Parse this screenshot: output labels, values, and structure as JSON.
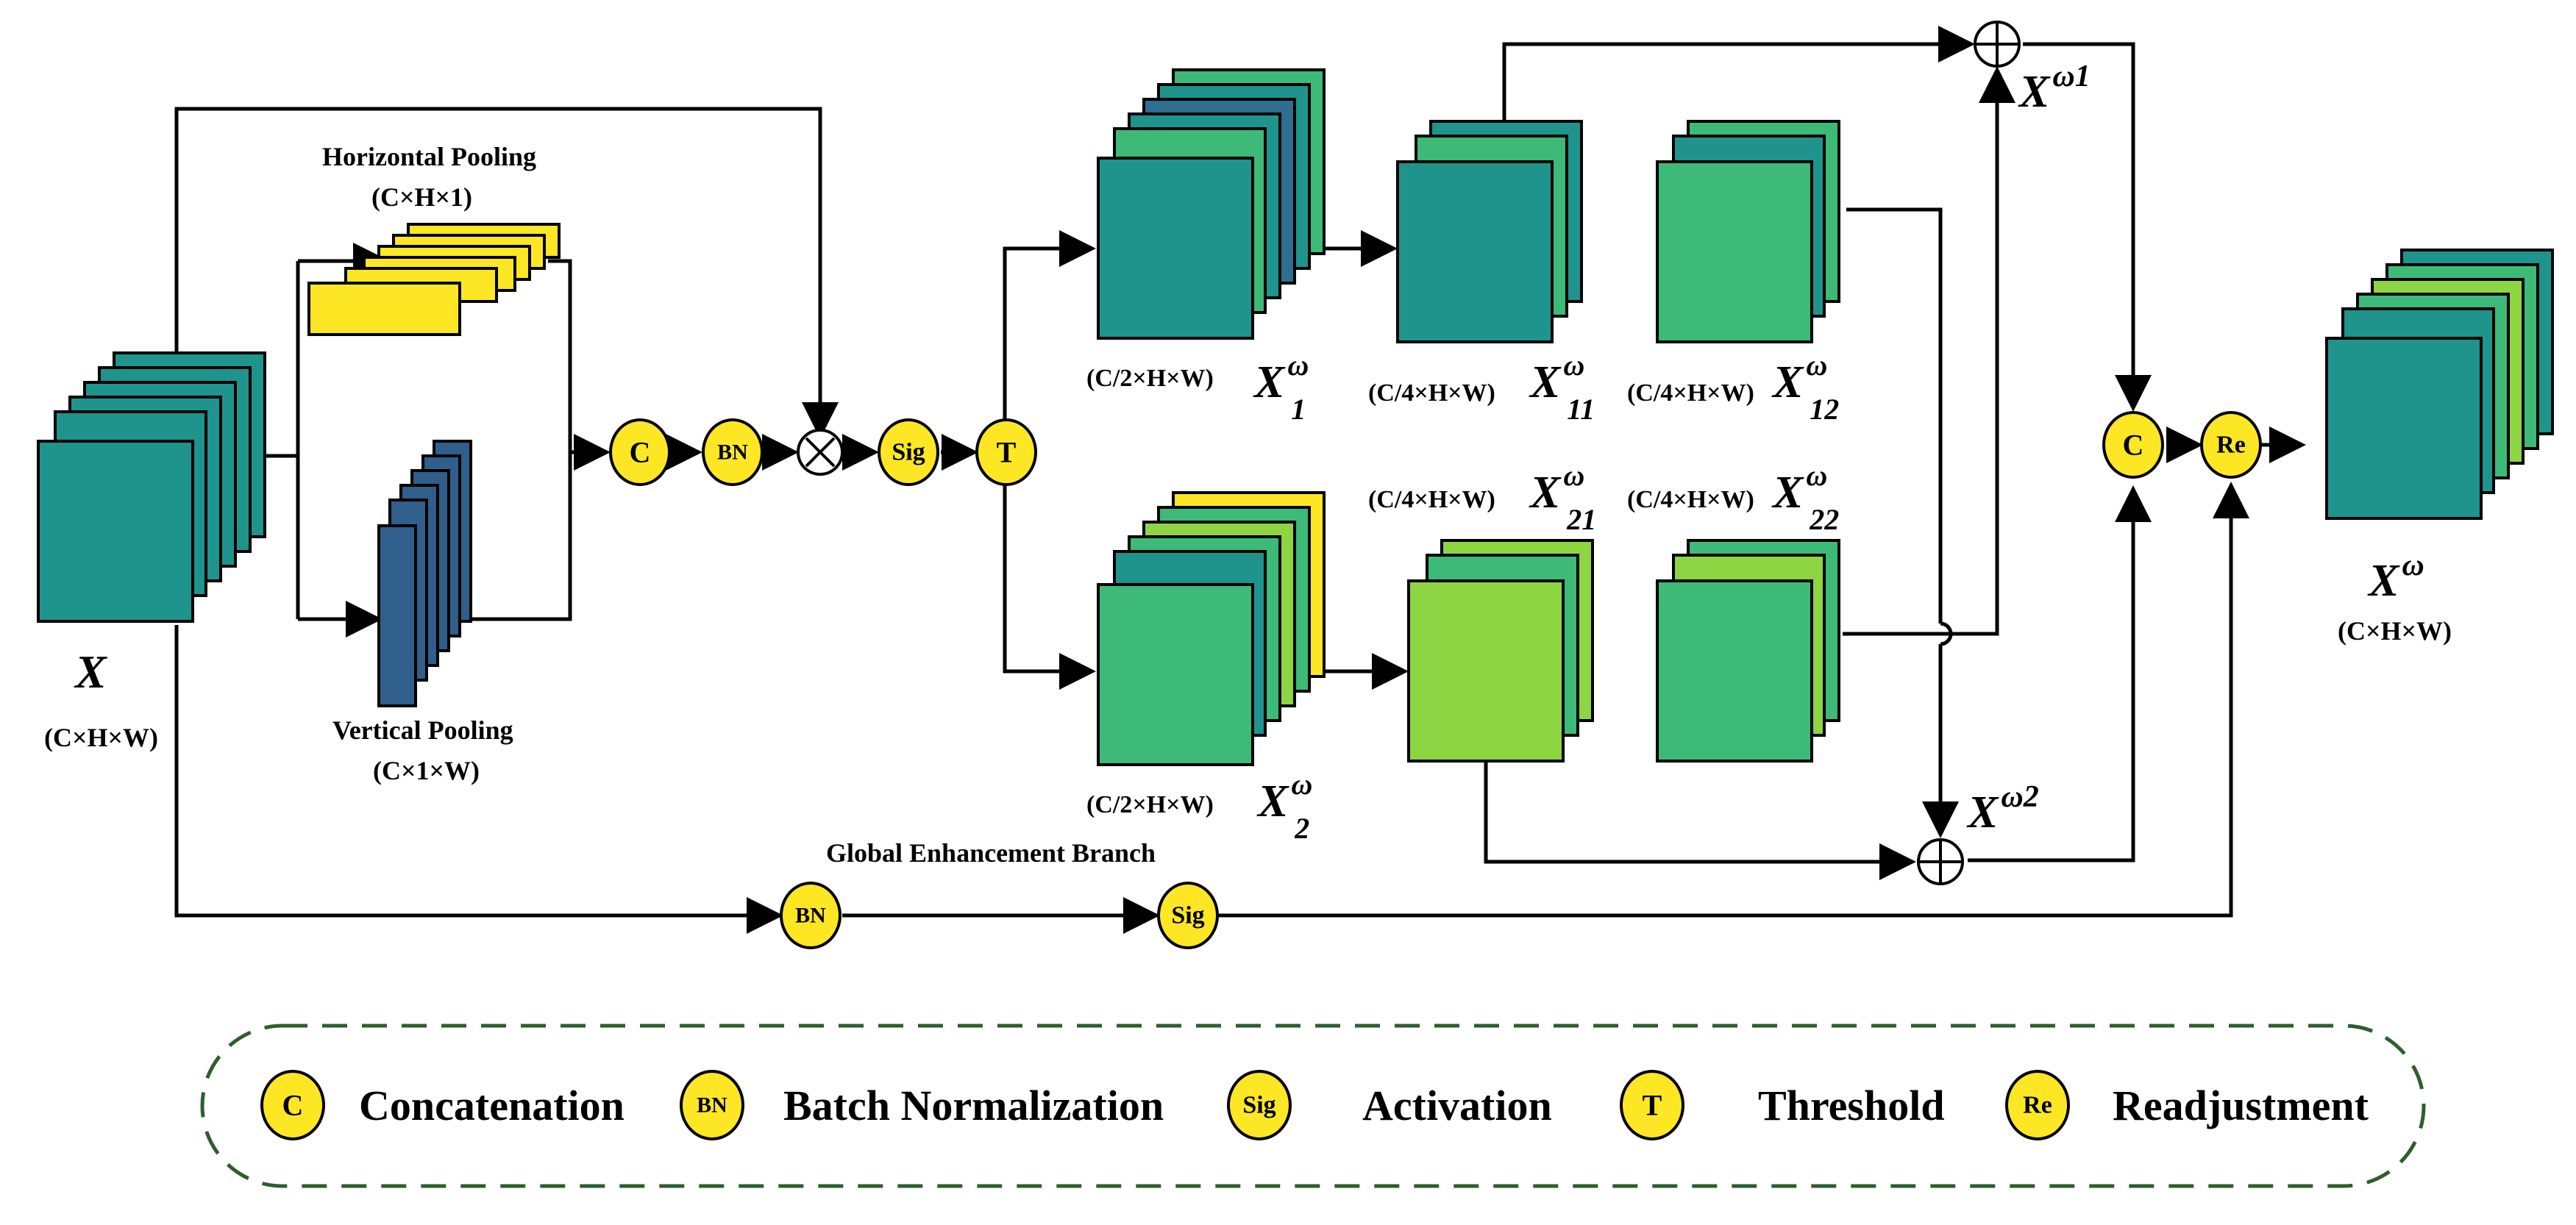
{
  "colors": {
    "teal": "#1F948C",
    "teal_dark": "#1E8A82",
    "navy_teal": "#2E6E8E",
    "steel_blue": "#2F5F8A",
    "green": "#3DBA78",
    "light_green": "#8ED543",
    "yellow": "#FDE725",
    "node_fill": "#FDE725",
    "legend_border": "#2E5E2E"
  },
  "inputs": {
    "x_symbol": "X",
    "x_dims": "(C×H×W)"
  },
  "pooling": {
    "horizontal_title": "Horizontal Pooling",
    "horizontal_dims": "(C×H×1)",
    "vertical_title": "Vertical Pooling",
    "vertical_dims": "(C×1×W)"
  },
  "ops": {
    "concat": "C",
    "batchnorm": "BN",
    "sigmoid": "Sig",
    "threshold": "T",
    "readjust": "Re",
    "multiply_icon": "multiply-circle-icon",
    "add_icon": "plus-circle-icon"
  },
  "features": {
    "x1_dims": "(C/2×H×W)",
    "x1_base": "X",
    "x1_sub": "1",
    "x1_sup": "ω",
    "x2_dims": "(C/2×H×W)",
    "x2_base": "X",
    "x2_sub": "2",
    "x2_sup": "ω",
    "x11_dims": "(C/4×H×W)",
    "x11_base": "X",
    "x11_sub": "11",
    "x11_sup": "ω",
    "x12_dims": "(C/4×H×W)",
    "x12_base": "X",
    "x12_sub": "12",
    "x12_sup": "ω",
    "x21_dims": "(C/4×H×W)",
    "x21_base": "X",
    "x21_sub": "21",
    "x21_sup": "ω",
    "x22_dims": "(C/4×H×W)",
    "x22_base": "X",
    "x22_sub": "22",
    "x22_sup": "ω",
    "xw1_base": "X",
    "xw1_sup": "ω1",
    "xw2_base": "X",
    "xw2_sup": "ω2",
    "out_base": "X",
    "out_sup": "ω",
    "out_dims": "(C×H×W)"
  },
  "global_branch": {
    "title": "Global Enhancement Branch"
  },
  "legend": {
    "items": [
      {
        "symbol": "C",
        "label": "Concatenation"
      },
      {
        "symbol": "BN",
        "label": "Batch Normalization"
      },
      {
        "symbol": "Sig",
        "label": "Activation"
      },
      {
        "symbol": "T",
        "label": "Threshold"
      },
      {
        "symbol": "Re",
        "label": "Readjustment"
      }
    ]
  }
}
